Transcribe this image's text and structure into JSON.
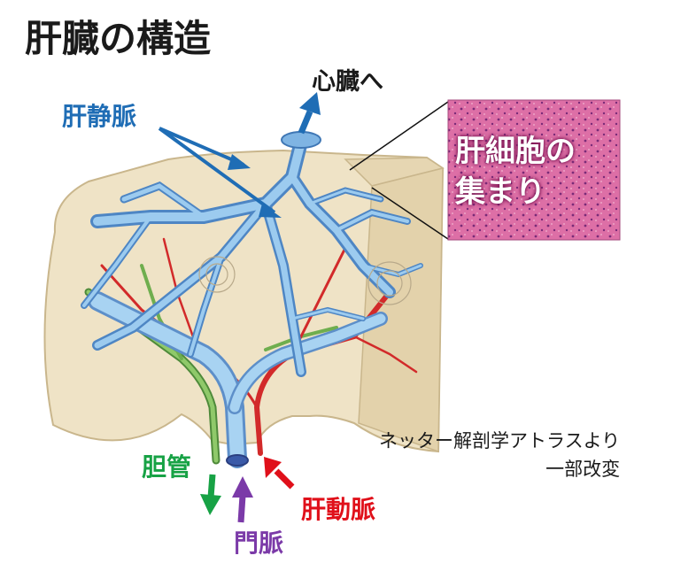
{
  "title": "肝臓の構造",
  "labels": {
    "to_heart": "心臓へ",
    "hepatic_vein": "肝静脈",
    "liver_cells_line1": "肝細胞の",
    "liver_cells_line2": "集まり",
    "bile_duct": "胆管",
    "portal_vein": "門脈",
    "hepatic_artery": "肝動脈"
  },
  "credit": {
    "line1": "ネッター解剖学アトラスより",
    "line2": "一部改変"
  },
  "colors": {
    "hepatic_vein": "#1f6db5",
    "bile_duct": "#17a245",
    "portal_vein": "#7b3aa8",
    "hepatic_artery": "#e0101a",
    "liver_tissue": "#efe3c6",
    "micrograph": "#d35c96"
  }
}
